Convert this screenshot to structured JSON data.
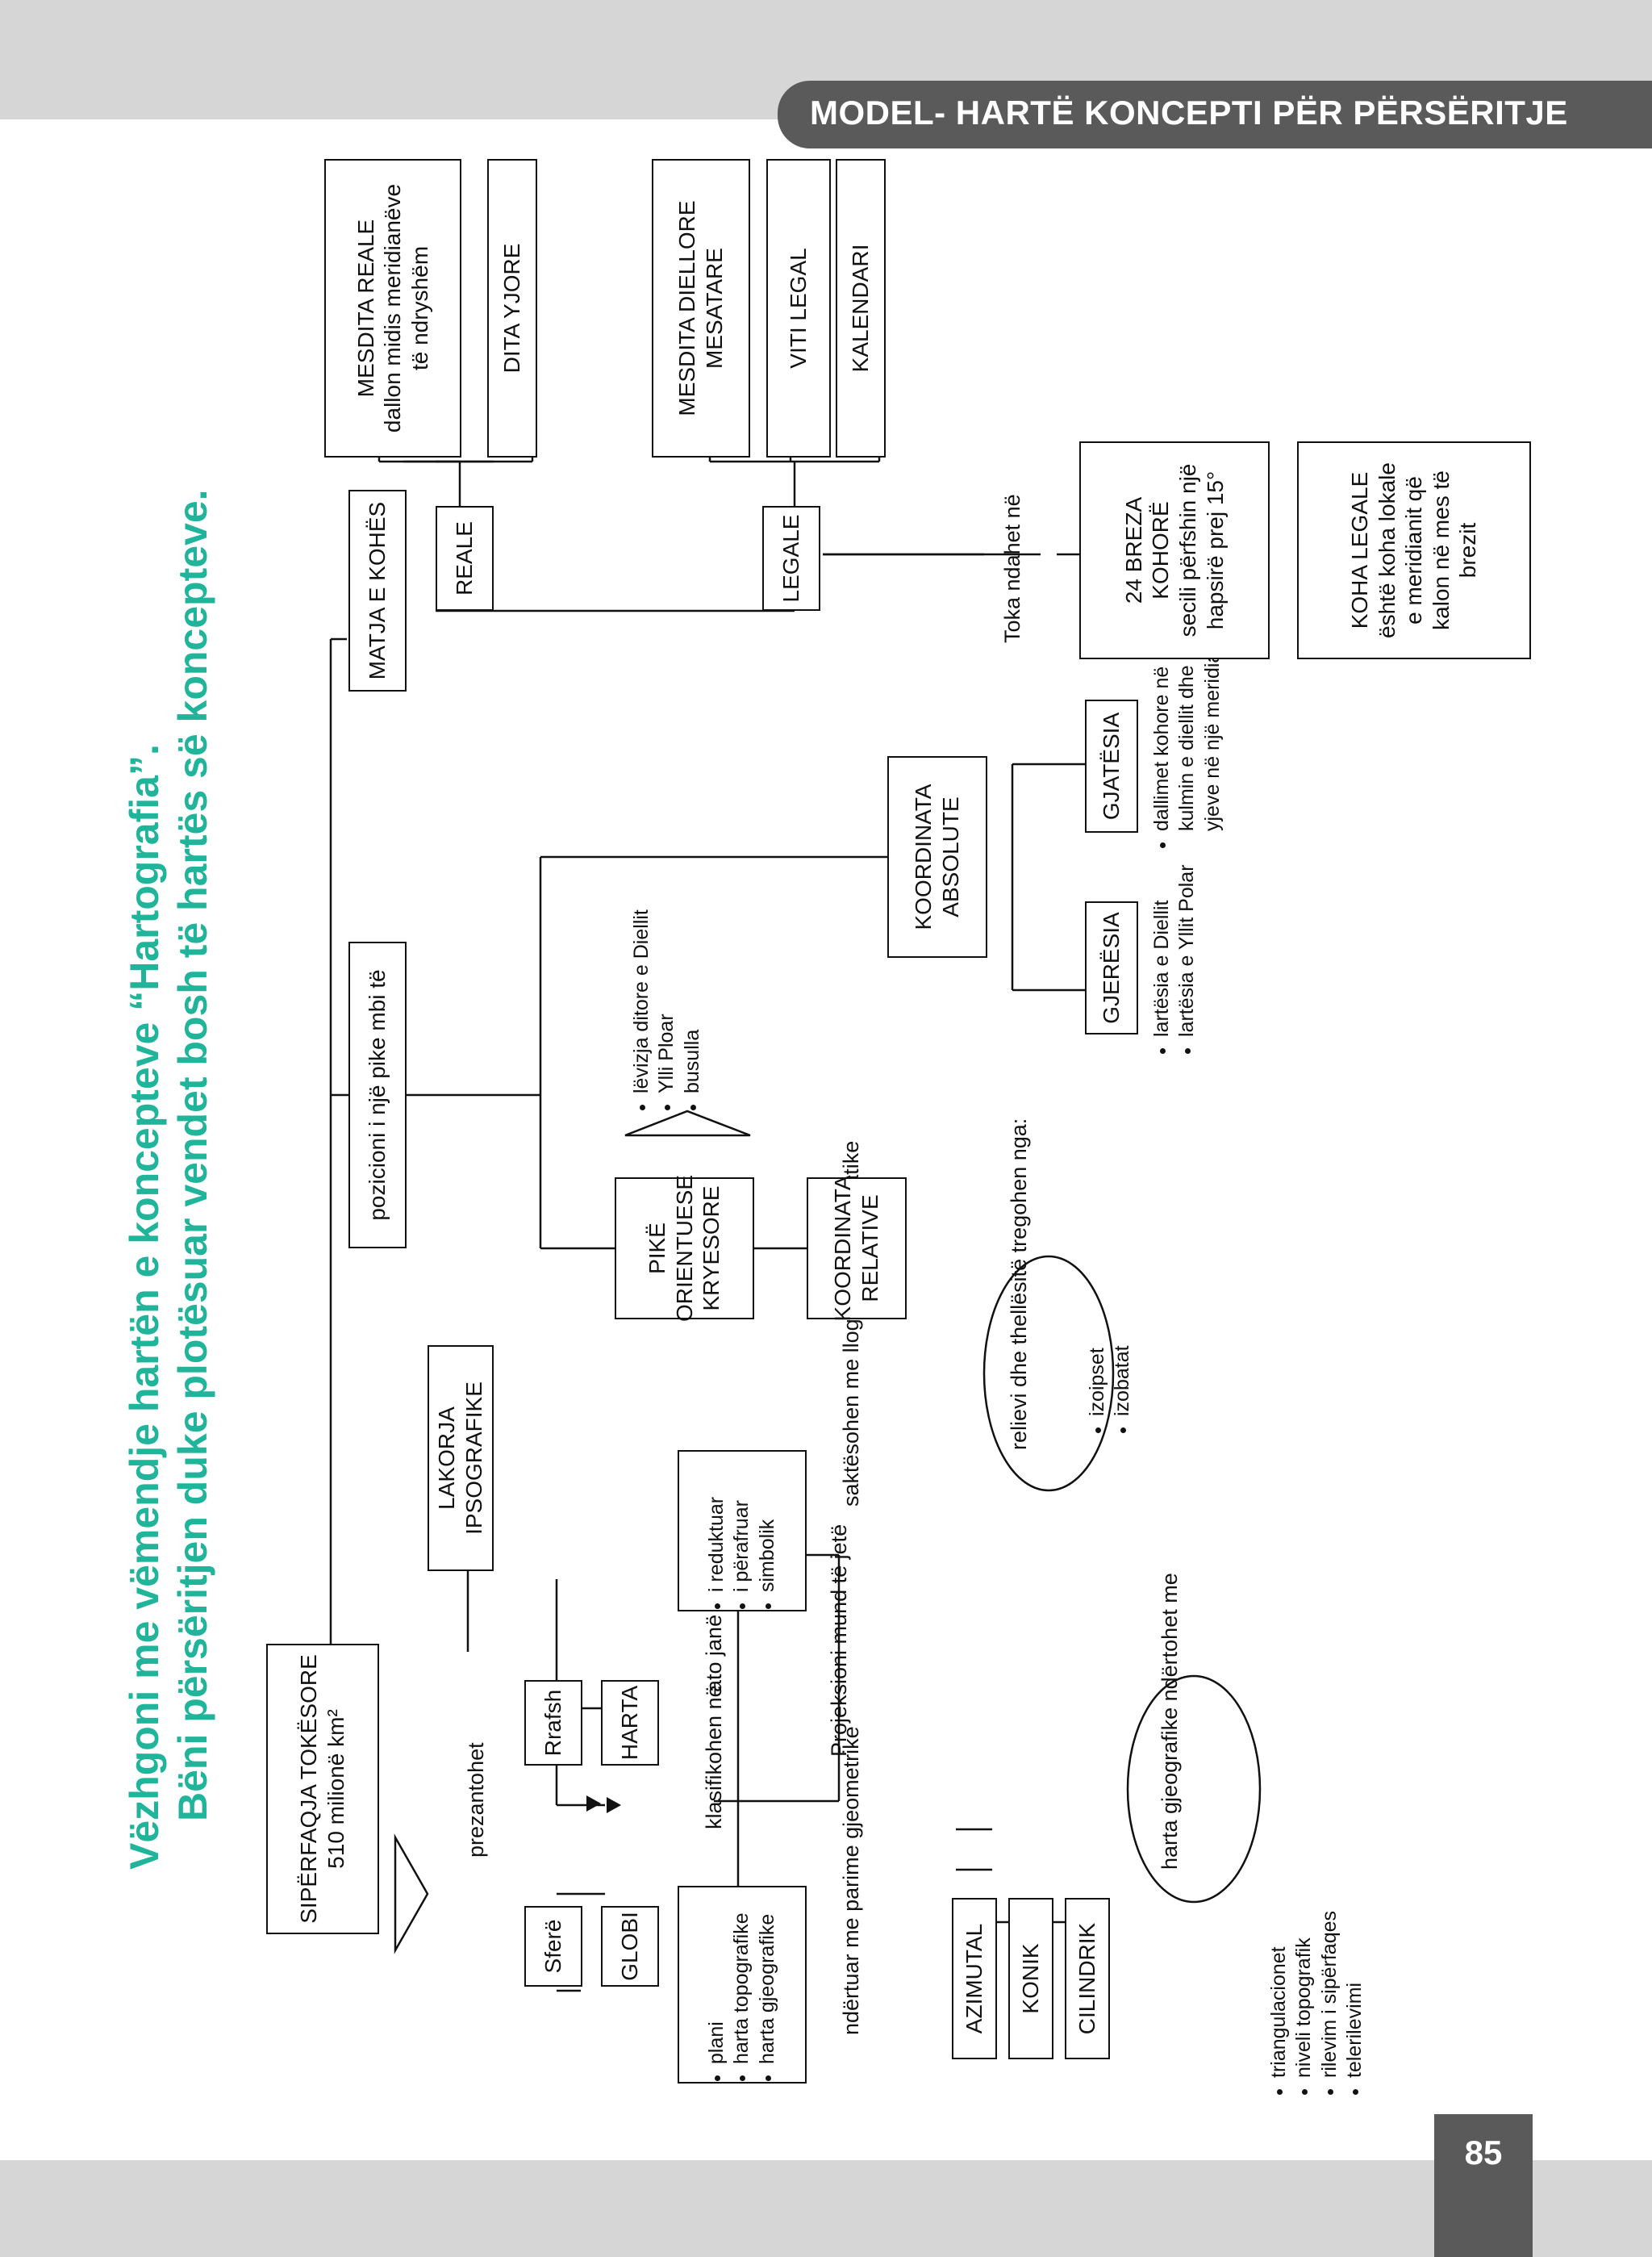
{
  "header": {
    "title": "MODEL- HARTË KONCEPTI PËR PËRSËRITJE"
  },
  "page_number": "85",
  "instructions": {
    "line1": "Vëzhgoni me vëmendje hartën e koncepteve “Hartografia”.",
    "line2": "Bëni përsëritjen duke plotësuar vendet bosh të hartës së koncepteve."
  },
  "nodes": {
    "siperfaqja": "SIPËRFAQJA TOKËSORE\n510 milionë km²",
    "prezantohet": "prezantohet",
    "sfere": "Sferë",
    "rrafsh": "Rrafsh",
    "globi": "GLOBI",
    "harta": "HARTA",
    "lakorja": "LAKORJA IPSOGRAFIKE",
    "klasifikohen": "klasifikohen në",
    "ato_jane": "ato janë",
    "projeksioni": "Projeksioni mund\ntë jetë",
    "nderutar": "ndërtuar\nme parime\ngjeometrike",
    "saktesohen": "saktësohen\nme llogaritjen\nmatematike",
    "azimutal": "AZIMUTAL",
    "konik": "KONIK",
    "cilindrik": "CILINDRIK",
    "harta_gjeo": "harta gjeografike\nndërtohet me",
    "relievi": "relievi dhe thellësitë\ntregohen nga:",
    "pozicioni": "pozicioni i një pike mbi të",
    "pike_orientuese": "PIKË\nORIENTUESE\nKRYESORE",
    "koordinata_relative": "KOORDINATA\nRELATIVE",
    "koordinata_absolute": "KOORDINATA\nABSOLUTE",
    "gjeresia": "GJERËSIA",
    "gjatesia": "GJATËSIA",
    "matja": "MATJA E KOHËS",
    "reale": "REALE",
    "legale": "LEGALE",
    "mesdita_reale": "MESDITA REALE\ndallon midis meridianëve\ntë ndryshëm",
    "dita_yjore": "DITA YJORE",
    "mesdita_diellore": "MESDITA DIELLORE\nMESATARE",
    "viti_legal": "VITI LEGAL",
    "kalendari": "KALENDARI",
    "toka_ndahet": "Toka ndahet në",
    "breza": "24 BREZA\nKOHORË\nsecili përfshin një\nhapsirë prej 15°",
    "koha_legale": "KOHA LEGALE\nështë koha lokale\ne meridianit që\nkalon në mes të\nbrezit"
  },
  "lists": {
    "harta_types": [
      "plani",
      "harta topografike",
      "harta gjeografike"
    ],
    "harta_features": [
      "i reduktuar",
      "i përafruar",
      "simbolik"
    ],
    "methods": [
      "triangulacionet",
      "niveli topografik",
      "rilevim i sipërfaqes",
      "telerilevimi"
    ],
    "relief": [
      "izoipset",
      "izobatat"
    ],
    "orientation": [
      "lëvizja ditore e Diellit",
      "Ylli Ploar",
      "busulla"
    ],
    "gjeresia": [
      "lartësia e Diellit",
      "lartësia e Yllit Polar"
    ],
    "gjatesia": [
      "dallimet kohore në kulmin e diellit dhe yjeve në një meridian"
    ]
  }
}
